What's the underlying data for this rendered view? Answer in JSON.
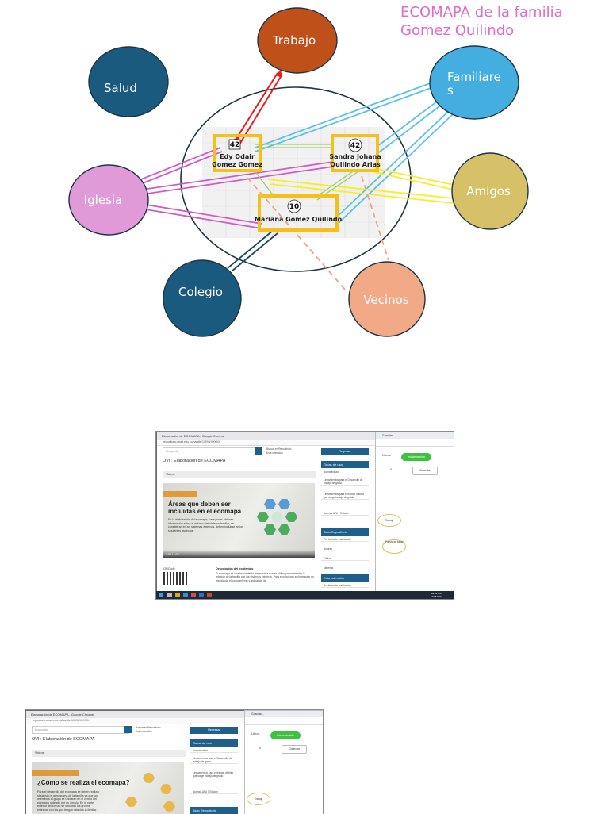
{
  "ecomap": {
    "title_line1": "ECOMAPA de la familia",
    "title_line2": "Gomez Quilindo",
    "nodes": {
      "trabajo": "Trabajo",
      "salud": "Salud",
      "familiares_line1": "Familiare",
      "familiares_line2": "s",
      "iglesia": "Iglesia",
      "amigos": "Amigos",
      "colegio": "Colegio",
      "vecinos": "Vecinos"
    },
    "members": [
      {
        "age": "42",
        "name_line1": "Edy Odair",
        "name_line2": "Gomez Gomez"
      },
      {
        "age": "42",
        "name_line1": "Sandra Johana",
        "name_line2": "Quilindo Arias"
      },
      {
        "age": "10",
        "name_line1": "Mariana Gomez Quilindo"
      }
    ],
    "colors": {
      "trabajo": "#c0501a",
      "salud": "#1a5a7e",
      "familiares": "#44aee0",
      "iglesia": "#e09ad8",
      "amigos": "#d6c168",
      "colegio": "#1a5a7e",
      "vecinos": "#f2a985",
      "member_frame": "#f6c01a"
    }
  },
  "screenshot1": {
    "window_title": "Elaboración de ECOMAPA - Google Chrome",
    "url": "repositorio.unad.edu.co/handle/10596/XXXXX",
    "search_placeholder": "Busqueda",
    "radio_repo": "Buscar en Repositorio",
    "radio_collection": "Esta colección",
    "page_heading": "OVI : Elaboración de ECOMAPA",
    "videos_tab": "Videos",
    "video_title": "Áreas que deben ser incluidas en el ecomapa",
    "video_sub": "En la elaboración del ecomapa, para poder obtener información sobre el entorno del sistema familiar, se consideran en los sistemas externos, deben incluirse en los siguientes aspectos.",
    "video_time": "0:58 / 1:02",
    "qr_label": "QRCode",
    "desc_head": "Descripción del contenido",
    "desc_text": "El ecomapa es una herramienta diagnóstica que se utiliza para entender la relación de la familia con los sistemas externos. Para el psicólogo en formación es importante el conocimiento y aplicación de",
    "back_button": "Regresar",
    "sidebar_head1": "Guías de uso",
    "sidebar_items1": [
      "Normatividad",
      "Lineamientos para el Desarrollo de trabajo de grado",
      "Lineamientos para el trabajo distinto que surge trabajo de grado",
      "Normas APA 7 Edición"
    ],
    "sidebar_head2": "Todo Repositorio",
    "sidebar_items2": [
      "Por fecha de publicación",
      "Autores",
      "Títulos",
      "Materias"
    ],
    "sidebar_head3": "Esta colección",
    "sidebar_items3": [
      "Por fecha de publicación"
    ],
    "right_tab": "Guardar...",
    "right_libros": "Libros",
    "right_login": "Iniciar sesión",
    "right_count": "0",
    "right_guardar": "Guardar",
    "right_node1": "Trabajo",
    "right_node2": "Puesto de salud",
    "clock_time": "09:41 a.m.",
    "clock_date": "9/06/2023"
  },
  "screenshot2": {
    "window_title": "Elaboración de ECOMAPA - Google Chrome",
    "url": "repositorio.unad.edu.co/handle/10596/XXXXX",
    "search_placeholder": "Busqueda",
    "radio_repo": "Buscar en Repositorio",
    "radio_collection": "Esta colección",
    "page_heading": "OVI : Elaboración de ECOMAPA",
    "videos_tab": "Videos",
    "video_title": "¿Cómo se realiza el ecomapa?",
    "video_sub": "Para el desarrollo del ecomapa se deben realizar siguiendo el genograma de la familia ya que los miembros al grupo se ubicaran en el centro del ecomapa rodeado por un círculo. En la parte exterior del círculo se ubicarán los grupos externos con los que tengan relación la familia.",
    "back_button": "Regresar",
    "sidebar_head1": "Guías de uso",
    "sidebar_items1": [
      "Normatividad",
      "Lineamientos para el Desarrollo de trabajo de grado",
      "Lineamientos para el trabajo distinto que surge trabajo de grado",
      "Normas APA 7 Edición"
    ],
    "sidebar_head2": "Todo Repositorio",
    "right_tab": "Guardar...",
    "right_libros": "Libros",
    "right_login": "Iniciar sesión",
    "right_count": "0",
    "right_guardar": "Guardar",
    "right_node1": "Trabajo"
  }
}
